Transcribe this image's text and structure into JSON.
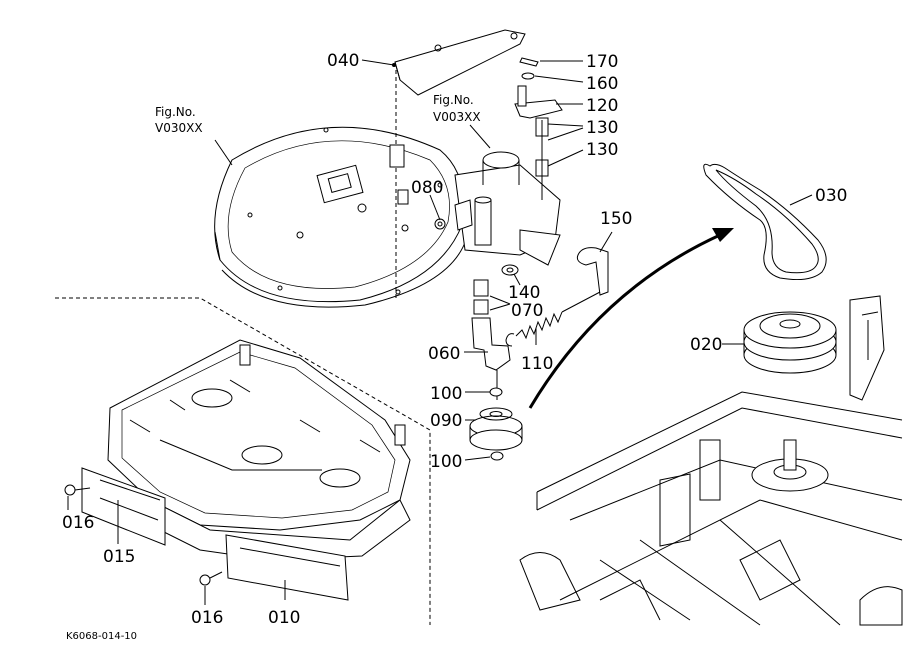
{
  "figure_refs": [
    {
      "id": "v030xx",
      "line1": "Fig.No.",
      "line2": "V030XX"
    },
    {
      "id": "v003xx",
      "line1": "Fig.No.",
      "line2": "V003XX"
    }
  ],
  "part_labels": {
    "p040": "040",
    "p170": "170",
    "p160": "160",
    "p120": "120",
    "p130a": "130",
    "p130b": "130",
    "p030": "030",
    "p080": "080",
    "p150": "150",
    "p140": "140",
    "p070": "070",
    "p060": "060",
    "p110": "110",
    "p020": "020",
    "p100a": "100",
    "p090": "090",
    "p100b": "100",
    "p016a": "016",
    "p015": "015",
    "p016b": "016",
    "p010": "010"
  },
  "footer": {
    "drawing_code": "K6068-014-10"
  }
}
